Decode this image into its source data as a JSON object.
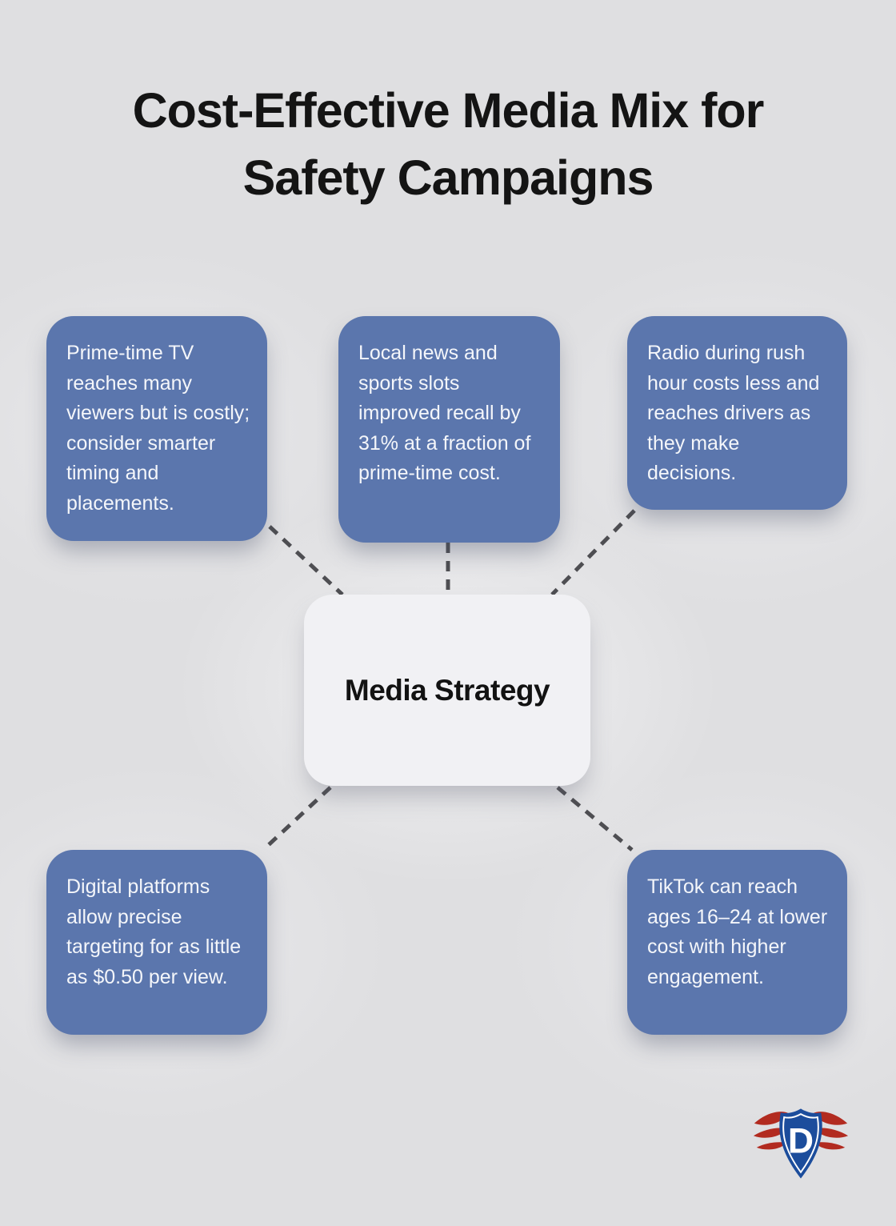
{
  "title": "Cost-Effective Media Mix for Safety Campaigns",
  "title_lines": [
    "Cost-Effective Media Mix for",
    "Safety Campaigns"
  ],
  "center": {
    "label": "Media Strategy"
  },
  "nodes": [
    {
      "id": "prime-time-tv",
      "text": "Prime-time TV reaches many viewers but is costly; consider smarter timing and placements."
    },
    {
      "id": "local-news-sports",
      "text": "Local news and sports slots improved recall by 31% at a fraction of prime-time cost."
    },
    {
      "id": "radio-rush-hour",
      "text": "Radio during rush hour costs less and reaches drivers as they make decisions."
    },
    {
      "id": "digital-platforms",
      "text": "Digital platforms allow precise targeting for as little as $0.50 per view."
    },
    {
      "id": "tiktok",
      "text": "TikTok can reach ages 16–24 at lower cost with higher engagement."
    }
  ],
  "logo": {
    "letter": "D",
    "shield_color": "#1c4d9c",
    "wing_color": "#b22b20"
  },
  "colors": {
    "background": "#dfdfe1",
    "node_background": "#5b76ad",
    "node_text": "#f4f6fa",
    "center_background": "#f1f1f4",
    "title_text": "#141414",
    "connector": "#4e4e52"
  }
}
